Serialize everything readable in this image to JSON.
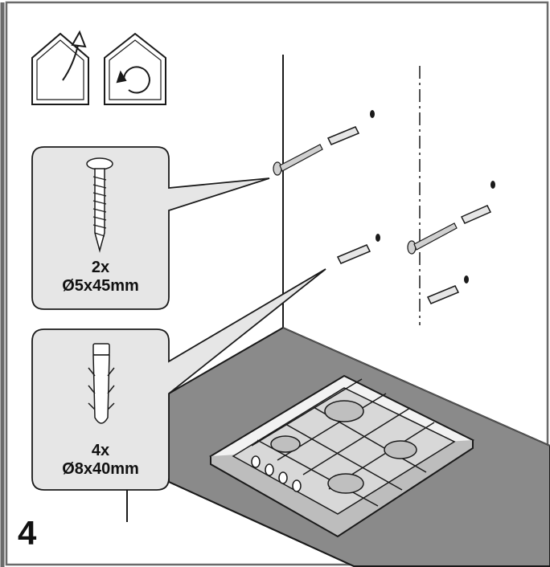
{
  "step": {
    "number": "4"
  },
  "callouts": [
    {
      "quantity": "2x",
      "size": "Ø5x45mm",
      "part": "screw-icon"
    },
    {
      "quantity": "4x",
      "size": "Ø8x40mm",
      "part": "wall-plug-icon"
    }
  ],
  "icons": [
    "house-exit-arrow-icon",
    "house-rotate-icon"
  ],
  "colors": {
    "line": "#1a1a1a",
    "callout_fill": "#e6e6e6",
    "countertop": "#8a8a8a",
    "frame": "#6a6a6a"
  }
}
